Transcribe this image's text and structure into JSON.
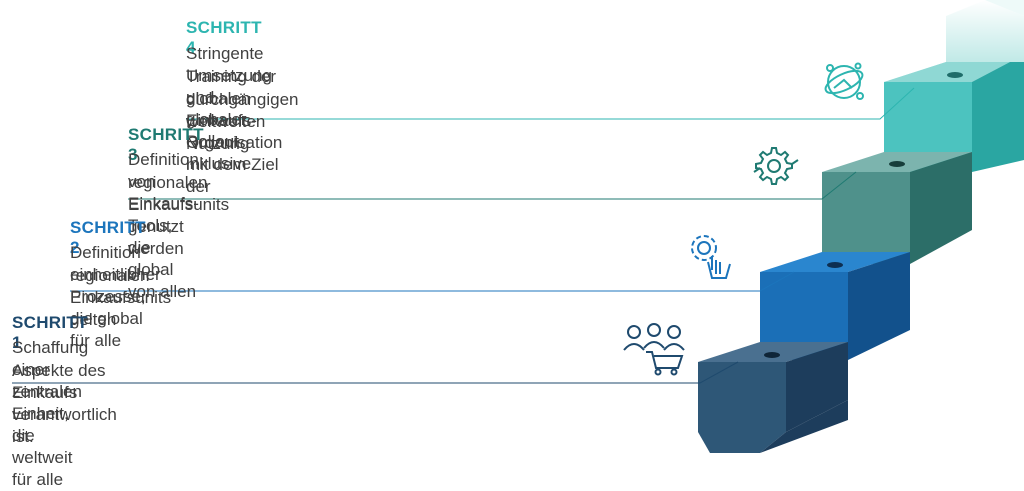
{
  "steps": [
    {
      "title": "SCHRITT 1",
      "lines": [
        "Schaffung einer zentralen Einheit, die weltweit für alle",
        "Aspekte des Einkaufs verantwortlich ist."
      ],
      "color": "#1f4a6e",
      "icon": "people-shopping-cart-icon"
    },
    {
      "title": "SCHRITT 2",
      "lines": [
        "Definition einheitlicher Prozesse, die global für alle",
        "regionalen Einkaufsunits gelten"
      ],
      "color": "#1c75bc",
      "icon": "gear-hand-icon"
    },
    {
      "title": "SCHRITT 3",
      "lines": [
        "Definition von Einkaufs-Tools, die global von allen",
        "regionalen Einkaufsunits genutzt werden"
      ],
      "color": "#1f7a72",
      "icon": "gear-arrows-icon"
    },
    {
      "title": "SCHRITT 4",
      "lines": [
        "Stringente Umsetzung und globaler Rollout inklusive",
        "Training der globalen Einkaufs-Organisation mit dem Ziel der",
        "durchgängigen weltweiten Nutzung"
      ],
      "color": "#2db5b0",
      "icon": "globe-network-icon"
    }
  ],
  "colors": {
    "step1_top": "#3d6384",
    "step1_front": "#2e5777",
    "step1_side": "#1d3d5c",
    "step2_top": "#2a86cf",
    "step2_front": "#1b6fb7",
    "step2_side": "#12518c",
    "step3_top": "#6aa6a0",
    "step3_front": "#4f918b",
    "step3_side": "#2c6e68",
    "step4_top": "#72d3d0",
    "step4_front": "#4cc3bf",
    "step4_side": "#2aa6a2",
    "top_cap": "#d7f1f0"
  }
}
